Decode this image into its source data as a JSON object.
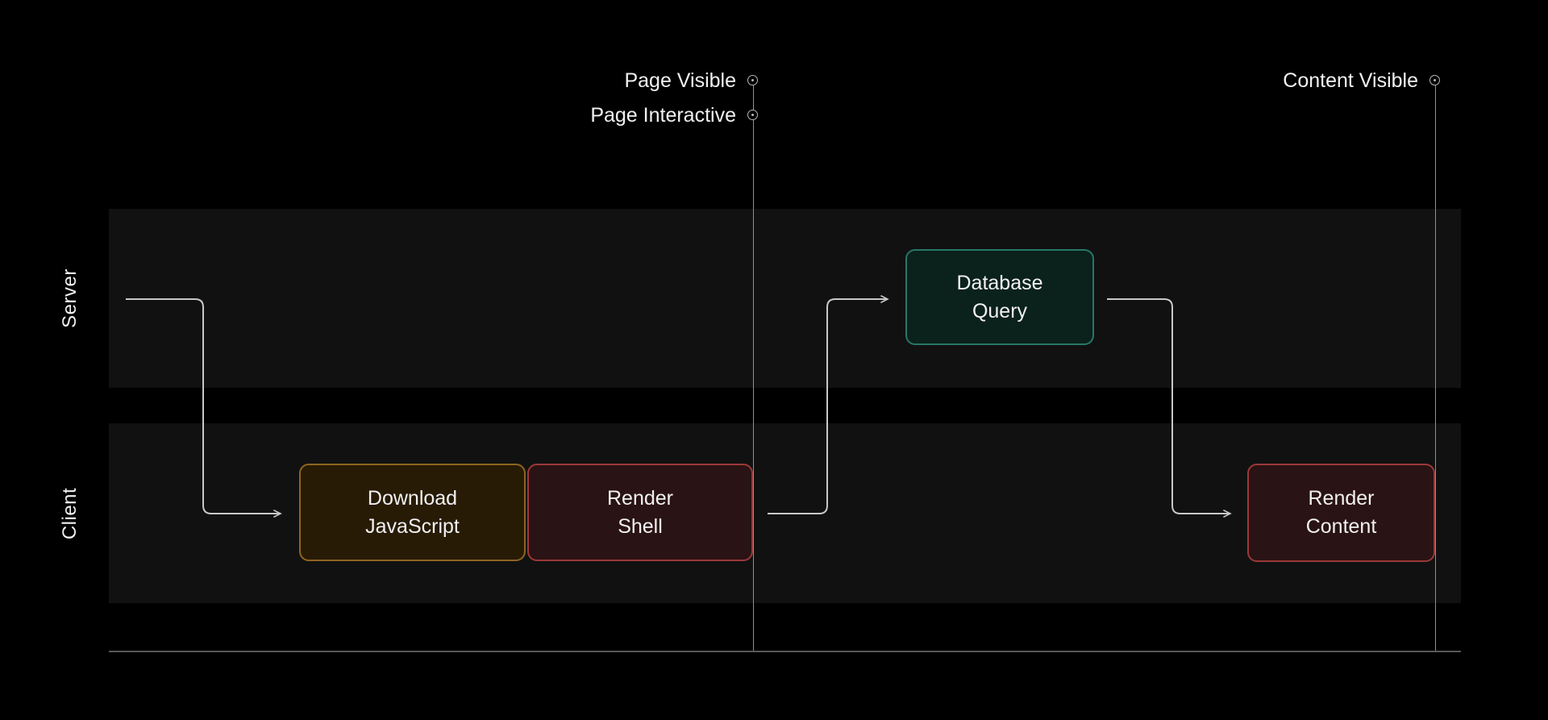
{
  "diagram": {
    "title_hint": "client-server rendering timeline",
    "lanes": [
      {
        "label": "Server"
      },
      {
        "label": "Client"
      }
    ],
    "milestones": [
      {
        "label": "Page Visible"
      },
      {
        "label": "Page Interactive"
      },
      {
        "label": "Content Visible"
      }
    ],
    "nodes": [
      {
        "id": "download-javascript",
        "lane": "Client",
        "lines": [
          "Download",
          "JavaScript"
        ],
        "color_key": "amber"
      },
      {
        "id": "render-shell",
        "lane": "Client",
        "lines": [
          "Render",
          "Shell"
        ],
        "color_key": "red"
      },
      {
        "id": "database-query",
        "lane": "Server",
        "lines": [
          "Database",
          "Query"
        ],
        "color_key": "teal"
      },
      {
        "id": "render-content",
        "lane": "Client",
        "lines": [
          "Render",
          "Content"
        ],
        "color_key": "red"
      }
    ],
    "edges": [
      {
        "from": "start",
        "to": "download-javascript"
      },
      {
        "from": "render-shell",
        "to": "database-query"
      },
      {
        "from": "database-query",
        "to": "render-content"
      }
    ]
  },
  "colors": {
    "bg": "#000000",
    "lane-bg": "#111111",
    "text": "#f1f1f1",
    "arrow": "#c8c8c8",
    "marker-line": "#909090",
    "marker-ring": "#b5b5b5",
    "baseline": "#575757",
    "amber-border": "#8f6420",
    "amber-fill": "#281b05",
    "red-border": "#9c3838",
    "red-fill": "#2a1314",
    "teal-border": "#267866",
    "teal-fill": "#0b211c"
  }
}
